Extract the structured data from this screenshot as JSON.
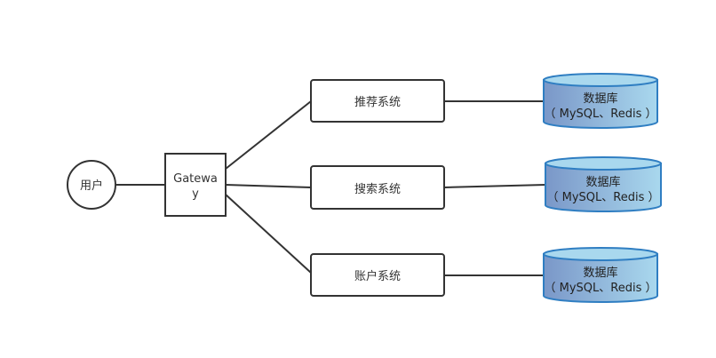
{
  "diagram": {
    "user": {
      "label": "用户"
    },
    "gateway": {
      "label_line1": "Gatewa",
      "label_line2": "y"
    },
    "services": [
      {
        "label": "推荐系统"
      },
      {
        "label": "搜索系统"
      },
      {
        "label": "账户系统"
      }
    ],
    "databases": [
      {
        "line1": "数据库",
        "line2": "（ MySQL、Redis ）"
      },
      {
        "line1": "数据库",
        "line2": "（ MySQL、Redis ）"
      },
      {
        "line1": "数据库",
        "line2": "（ MySQL、Redis ）"
      }
    ],
    "colors": {
      "stroke": "#333333",
      "db_fill_left": "#7a97c8",
      "db_fill_right": "#a9d8ee",
      "db_stroke": "#2f7ec2",
      "background": "#ffffff"
    }
  }
}
